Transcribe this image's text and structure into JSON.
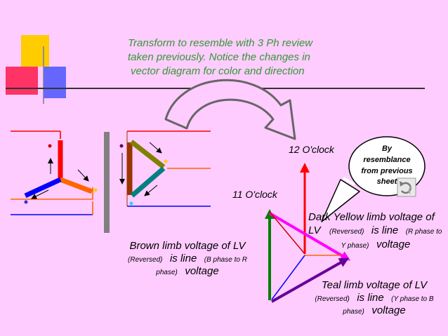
{
  "title": {
    "line1": "Transform to resemble with 3 Ph review",
    "line2": "taken previously. Notice the changes in",
    "line3": "vector diagram for color and direction"
  },
  "clock_labels": {
    "twelve": "12 O'clock",
    "eleven": "11 O'clock"
  },
  "callout": {
    "line1": "By",
    "line2": "resemblance",
    "line3": "from previous",
    "line4": "sheet"
  },
  "captions": {
    "brown": {
      "l1": "Brown limb voltage of LV",
      "l2a": "(Reversed)",
      "l2b": "is line",
      "l2c": "(B phase to R",
      "l3a": "phase)",
      "l3b": "voltage"
    },
    "dark_yellow": {
      "l1": "Dark Yellow limb voltage of",
      "l2a": "LV",
      "l2b": "(Reversed)",
      "l2c": "is line",
      "l2d": "(R phase to",
      "l3a": "Y phase)",
      "l3b": "voltage"
    },
    "teal": {
      "l1": "Teal limb voltage of LV",
      "l2a": "(Reversed)",
      "l2b": "is line",
      "l2c": "(Y phase to B",
      "l3a": "phase)",
      "l3b": "voltage"
    }
  },
  "colors": {
    "background": "#ffccff",
    "title_text": "#339933",
    "red_phase": "#ff0000",
    "orange_phase": "#ff6600",
    "blue_phase": "#0000ff",
    "brown_limb": "#993300",
    "dark_yellow_limb": "#808000",
    "teal_limb": "#008080",
    "green_vector": "#008000",
    "magenta_vector": "#ff00ff",
    "purple_vector": "#660099",
    "divider_gray": "#808080",
    "arrow_fill": "#ffccff",
    "arrow_outline": "#666666"
  },
  "icons": {
    "refresh": "refresh-icon"
  }
}
